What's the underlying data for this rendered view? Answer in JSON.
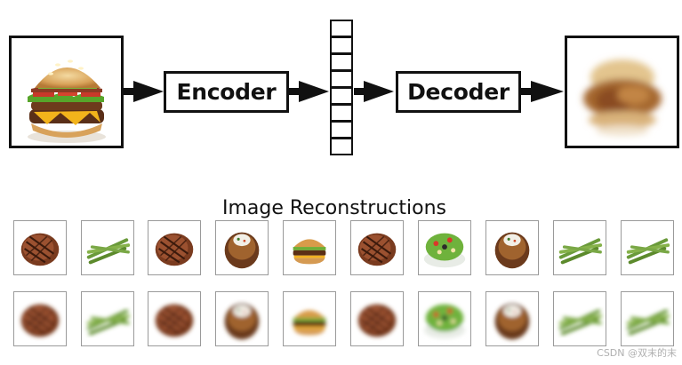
{
  "diagram": {
    "encoder_label": "Encoder",
    "decoder_label": "Decoder",
    "section_title": "Image Reconstructions",
    "watermark": "CSDN @双末的末"
  },
  "thumbnails": {
    "originals": [
      "steak",
      "asparagus",
      "steak",
      "baked-potato",
      "burger",
      "steak",
      "salad",
      "baked-potato",
      "asparagus",
      "asparagus"
    ],
    "reconstructions": [
      "steak",
      "asparagus",
      "steak",
      "baked-potato",
      "burger",
      "steak",
      "salad",
      "baked-potato",
      "asparagus",
      "asparagus"
    ]
  }
}
